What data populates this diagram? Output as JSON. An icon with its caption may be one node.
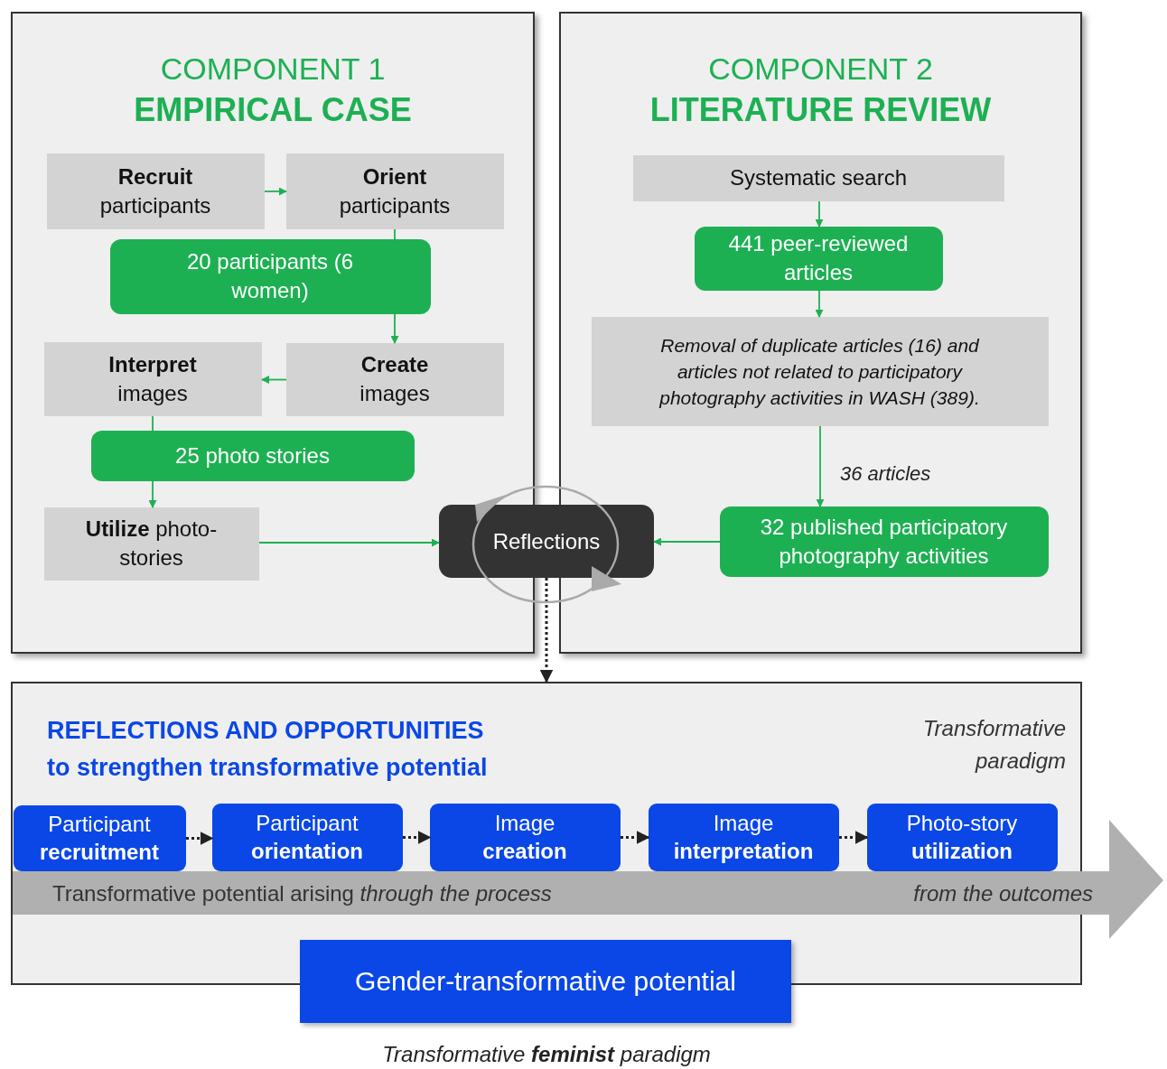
{
  "diagram": {
    "nodes": [
      {
        "text": [
          "COMPONENT 1",
          "EMPIRICAL CASE"
        ]
      },
      {
        "text": [
          "**Recruit** participants"
        ],
        "in": 0
      },
      {
        "text": [
          "**Orient** participants"
        ],
        "in": 0
      },
      {
        "text": [
          "20 participants (6 women)"
        ],
        "in": 0
      },
      {
        "text": [
          "**Interpret** images"
        ],
        "in": 0
      },
      {
        "text": [
          "**Create** images"
        ],
        "in": 0
      },
      {
        "text": [
          "25 photo stories"
        ],
        "in": 0
      },
      {
        "text": [
          "**Utilize** photo-stories"
        ],
        "in": 0
      },
      {
        "text": [
          "COMPONENT 2",
          "LITERATURE REVIEW"
        ]
      },
      {
        "text": [
          "Systematic search"
        ],
        "in": 8
      },
      {
        "text": [
          "441 peer-reviewed articles"
        ],
        "in": 8
      },
      {
        "text": [
          "Removal of duplicate articles (16) and articles not related to participatory photography activities in WASH (389)."
        ],
        "in": 8
      },
      {
        "text": [
          "32 published participatory photography activities"
        ],
        "in": 8
      },
      {
        "text": [
          "Reflections"
        ]
      },
      {
        "text": [
          "REFLECTIONS AND OPPORTUNITIES",
          "to strengthen transformative potential",
          "Transformative paradigm"
        ]
      },
      {
        "text": [
          "Transformative potential arising *through the process*",
          "from the outcomes"
        ]
      },
      {
        "text": [
          "Participant **recruitment**"
        ],
        "in": 14
      },
      {
        "text": [
          "Participant **orientation**"
        ],
        "in": 14
      },
      {
        "text": [
          "Image **creation**"
        ],
        "in": 14
      },
      {
        "text": [
          "Image **interpretation**"
        ],
        "in": 14
      },
      {
        "text": [
          "Photo-story **utilization**"
        ],
        "in": 14
      },
      {
        "text": [
          "Gender-transformative potential"
        ]
      }
    ],
    "edges": [
      {
        "from": 1,
        "to": 2,
        "arrow": "to"
      },
      {
        "from": 2,
        "to": 3,
        "arrow": "none"
      },
      {
        "from": 3,
        "to": 5,
        "arrow": "to"
      },
      {
        "from": 5,
        "to": 4,
        "arrow": "to"
      },
      {
        "from": 4,
        "to": 6,
        "arrow": "none"
      },
      {
        "from": 6,
        "to": 7,
        "arrow": "to"
      },
      {
        "from": 7,
        "to": 13,
        "arrow": "to"
      },
      {
        "from": 9,
        "to": 10,
        "arrow": "to"
      },
      {
        "from": 10,
        "to": 11,
        "arrow": "to"
      },
      {
        "from": 11,
        "to": 12,
        "arrow": "to",
        "label": "36 articles"
      },
      {
        "from": 12,
        "to": 13,
        "arrow": "to"
      },
      {
        "from": 13,
        "to": 14,
        "arrow": "to",
        "style": "dashed",
        "color": "#222222"
      },
      {
        "from": 16,
        "to": 17,
        "arrow": "to",
        "style": "dashed",
        "color": "#222222"
      },
      {
        "from": 17,
        "to": 18,
        "arrow": "to",
        "style": "dashed",
        "color": "#222222"
      },
      {
        "from": 18,
        "to": 19,
        "arrow": "to",
        "style": "dashed",
        "color": "#222222"
      },
      {
        "from": 19,
        "to": 20,
        "arrow": "to",
        "style": "dashed",
        "color": "#222222"
      }
    ],
    "labels": [
      "Transformative **feminist** paradigm"
    ]
  }
}
